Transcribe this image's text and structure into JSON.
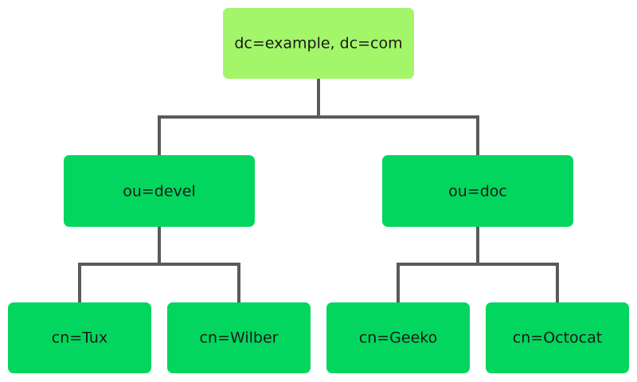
{
  "tree": {
    "root": {
      "label": "dc=example, dc=com",
      "color": "#a3f56a",
      "children": [
        {
          "label": "ou=devel",
          "color": "#03d65e",
          "children": [
            {
              "label": "cn=Tux",
              "color": "#03d65e"
            },
            {
              "label": "cn=Wilber",
              "color": "#03d65e"
            }
          ]
        },
        {
          "label": "ou=doc",
          "color": "#03d65e",
          "children": [
            {
              "label": "cn=Geeko",
              "color": "#03d65e"
            },
            {
              "label": "cn=Octocat",
              "color": "#03d65e"
            }
          ]
        }
      ]
    },
    "connector_color": "#5a5a5a",
    "text_color": "#1a1a1a"
  }
}
